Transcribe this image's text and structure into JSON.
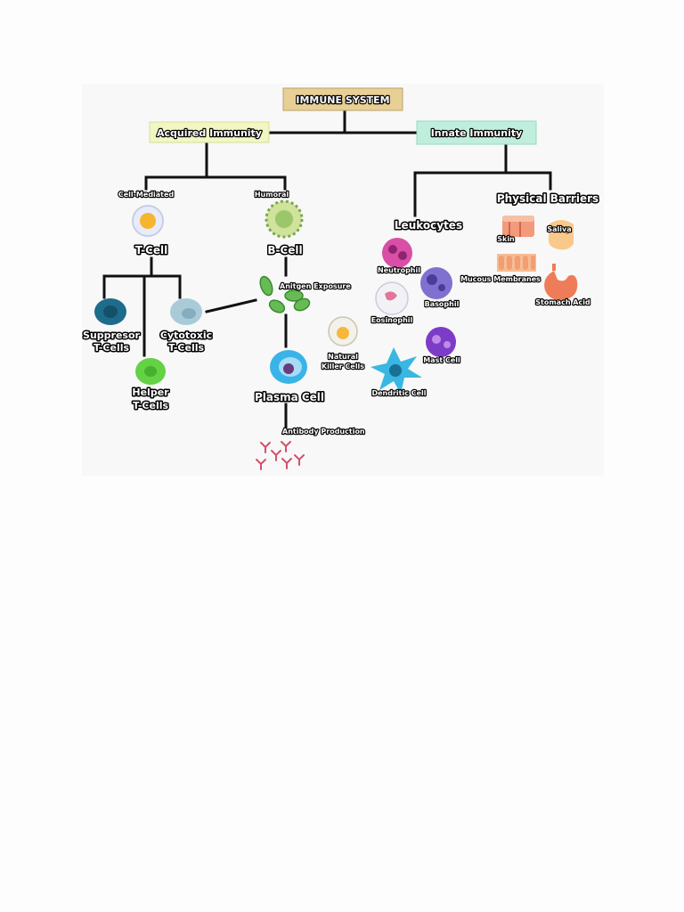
{
  "colors": {
    "root_box": "#e8cf93",
    "acquired_box": "#f1f6c2",
    "innate_box": "#bfeedd",
    "connector": "#111111"
  },
  "root": {
    "label": "IMMUNE SYSTEM"
  },
  "acquired": {
    "label": "Acquired Immunity",
    "branches": {
      "cell_mediated": "Cell-Mediated",
      "humoral": "Humoral"
    },
    "t_cell": "T-Cell",
    "b_cell": "B-Cell",
    "suppressor": [
      "Suppresor",
      "T-Cells"
    ],
    "cytotoxic": [
      "Cytotoxic",
      "T-Cells"
    ],
    "helper": [
      "Helper",
      "T-Cells"
    ],
    "antigen_exposure": "Anitgen Exposure",
    "plasma_cell": "Plasma Cell",
    "antibody_production": "Antibody Production",
    "natural_killer": [
      "Natural",
      "Killer Cells"
    ]
  },
  "innate": {
    "label": "Innate Immunity",
    "leukocytes": {
      "label": "Leukocytes",
      "cells": {
        "neutrophil": "Neutrophil",
        "basophil": "Basophil",
        "eosinophil": "Eosinophil",
        "mast_cell": "Mast Cell",
        "dendritic_cell": "Dendritic Cell"
      }
    },
    "physical_barriers": {
      "label": "Physical Barriers",
      "items": {
        "skin": "Skin",
        "saliva": "Saliva",
        "mucous_membranes": "Mucous Membranes",
        "stomach_acid": "Stomach Acid"
      }
    }
  }
}
